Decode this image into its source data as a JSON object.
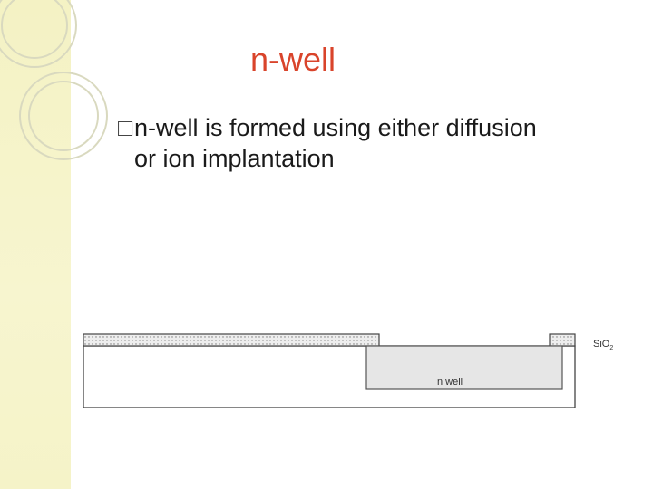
{
  "slide": {
    "title": "n-well",
    "bullet_marker": "□",
    "bullet_line1": "n-well is formed using either diffusion",
    "bullet_line2": "or ion implantation"
  },
  "diagram": {
    "oxide_label_main": "SiO",
    "oxide_label_sub": "2",
    "well_label": "n well"
  },
  "colors": {
    "title": "#d9442b",
    "sidebar": "#f5f3c8",
    "well_fill": "#e6e6e6",
    "oxide_fill": "#e9e9e9"
  }
}
